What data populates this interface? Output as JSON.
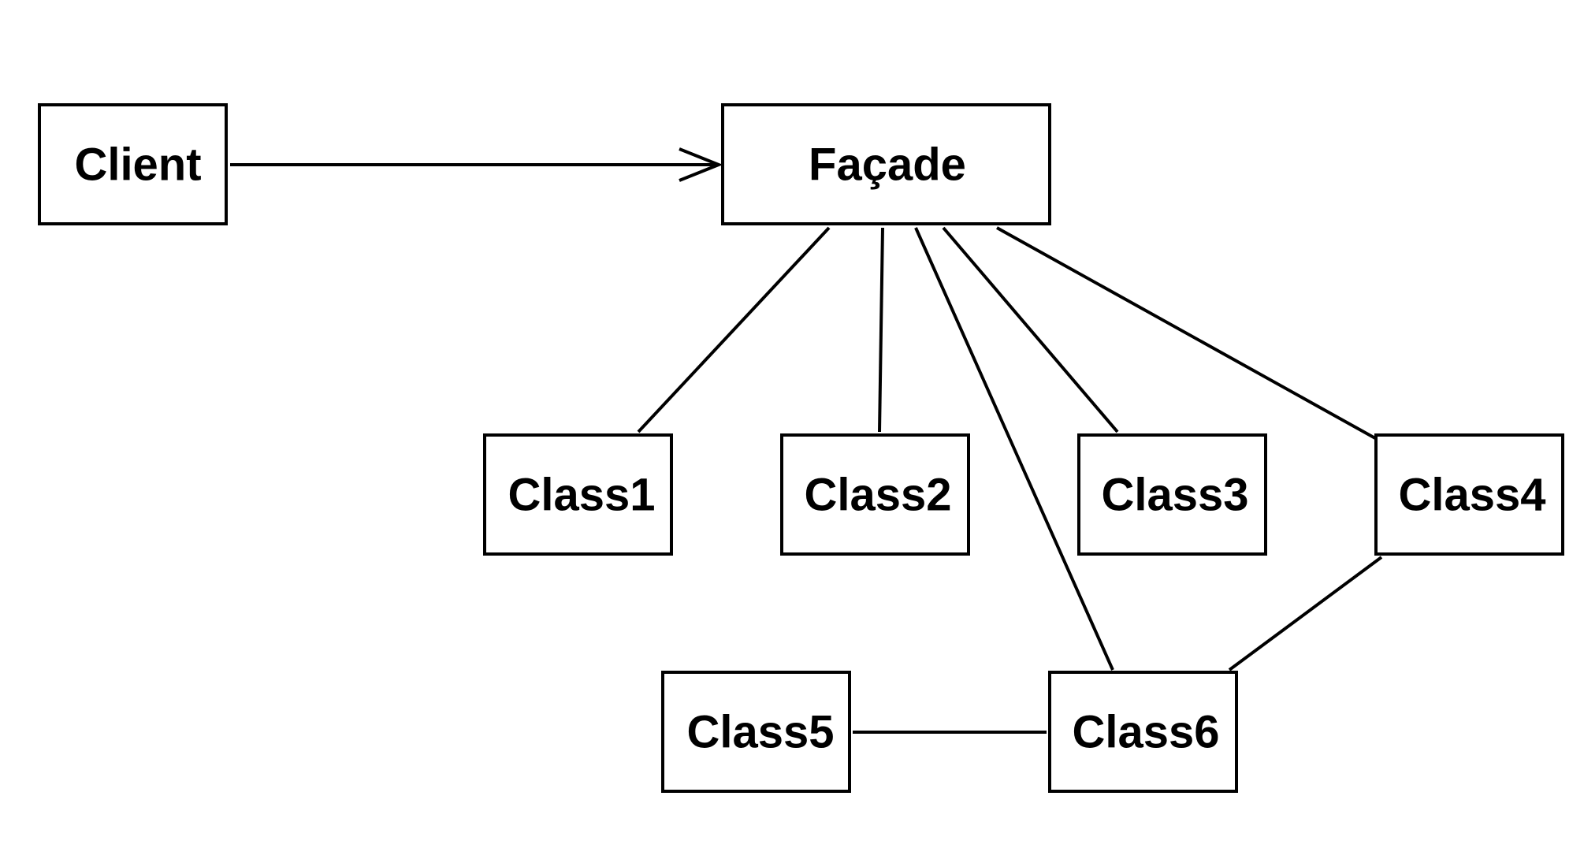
{
  "diagram": {
    "type": "uml-class-diagram",
    "colors": {
      "background": "#ffffff",
      "stroke": "#000000",
      "text": "#000000"
    },
    "nodes": {
      "client": {
        "label": "Client"
      },
      "facade": {
        "label": "Façade"
      },
      "class1": {
        "label": "Class1"
      },
      "class2": {
        "label": "Class2"
      },
      "class3": {
        "label": "Class3"
      },
      "class4": {
        "label": "Class4"
      },
      "class5": {
        "label": "Class5"
      },
      "class6": {
        "label": "Class6"
      }
    },
    "edges": [
      {
        "from": "client",
        "to": "facade",
        "kind": "directed-association"
      },
      {
        "from": "facade",
        "to": "class1",
        "kind": "association"
      },
      {
        "from": "facade",
        "to": "class2",
        "kind": "association"
      },
      {
        "from": "facade",
        "to": "class3",
        "kind": "association"
      },
      {
        "from": "facade",
        "to": "class4",
        "kind": "association"
      },
      {
        "from": "facade",
        "to": "class6",
        "kind": "association"
      },
      {
        "from": "class4",
        "to": "class6",
        "kind": "association"
      },
      {
        "from": "class5",
        "to": "class6",
        "kind": "association"
      }
    ]
  }
}
